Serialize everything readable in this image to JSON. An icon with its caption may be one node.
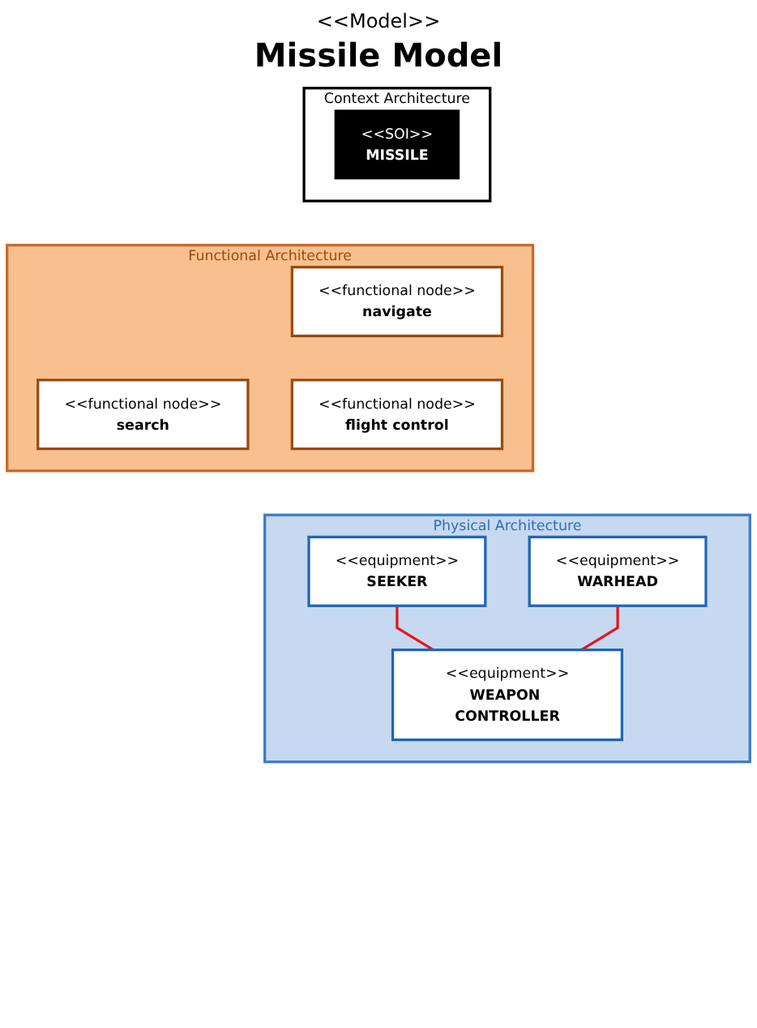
{
  "diagram": {
    "title": "Missile Model",
    "nodes": [
      {
        "text": [
          "Context Architecture"
        ]
      },
      {
        "text": [
          "<<SOI>>",
          "MISSILE"
        ],
        "in": 0
      },
      {
        "text": [
          "Functional Architecture"
        ]
      },
      {
        "text": [
          "<<functional node>>",
          "navigate"
        ],
        "in": 2
      },
      {
        "text": [
          "<<functional node>>",
          "search"
        ],
        "in": 2
      },
      {
        "text": [
          "<<functional node>>",
          "flight control"
        ],
        "in": 2
      },
      {
        "text": [
          "Physical Architecture"
        ]
      },
      {
        "text": [
          "<<equipment>>",
          "SEEKER"
        ],
        "in": 6
      },
      {
        "text": [
          "<<equipment>>",
          "WEAPON CONTROLLER"
        ],
        "in": 6
      },
      {
        "text": [
          "<<equipment>>",
          "WARHEAD"
        ],
        "in": 6
      }
    ],
    "edges": [
      {
        "from": 7,
        "to": 8,
        "arrow": "none",
        "color": "#e8141c"
      },
      {
        "from": 9,
        "to": 8,
        "arrow": "none",
        "color": "#e8141c"
      }
    ],
    "labels": [
      "<<Model>>"
    ]
  }
}
